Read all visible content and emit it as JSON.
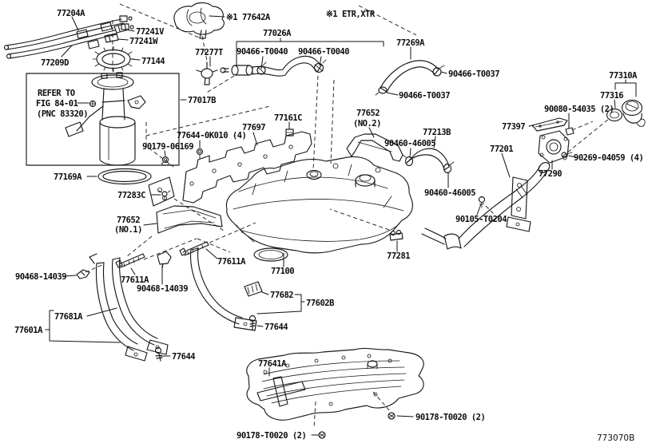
{
  "diagram": {
    "note_top_right": "※1 ETR,XTR",
    "figure_code": "773070B",
    "colors": {
      "ink": "#1a1a1a",
      "background": "#ffffff"
    },
    "refer_box": {
      "l1": "REFER TO",
      "l2": "FIG 84-01",
      "l3": "(PNC 83320)"
    },
    "suffix_no1": "(NO.1)",
    "suffix_no2": "(NO.2)",
    "parts": {
      "77204A": "77204A",
      "77209D": "77209D",
      "77241V": "77241V",
      "77241W": "77241W",
      "77144": "77144",
      "77642A": "※1 77642A",
      "77026A": "77026A",
      "90466T0040": "90466-T0040",
      "77277T": "77277T",
      "77269A": "77269A",
      "90466T0037": "90466-T0037",
      "77310A": "77310A",
      "77316": "77316",
      "9008054035": "90080-54035 (2)",
      "77397": "77397",
      "77201": "77201",
      "9026904059": "90269-04059 (4)",
      "77290": "77290",
      "77652": "77652",
      "77213B": "77213B",
      "9046046005": "90460-46005",
      "90105T0204": "90105-T0204",
      "77281": "77281",
      "77017B": "77017B",
      "77169A": "77169A",
      "77283C": "77283C",
      "77697": "77697",
      "77161C": "77161C",
      "776440K010": "77644-0K010 (4)",
      "9017906169": "90179-06169",
      "9046814039": "90468-14039",
      "77611A": "77611A",
      "77100": "77100",
      "77682": "77682",
      "77602B": "77602B",
      "77681A": "77681A",
      "77601A": "77601A",
      "77644": "77644",
      "77641A": "77641A",
      "90178T0020": "90178-T0020 (2)"
    }
  }
}
